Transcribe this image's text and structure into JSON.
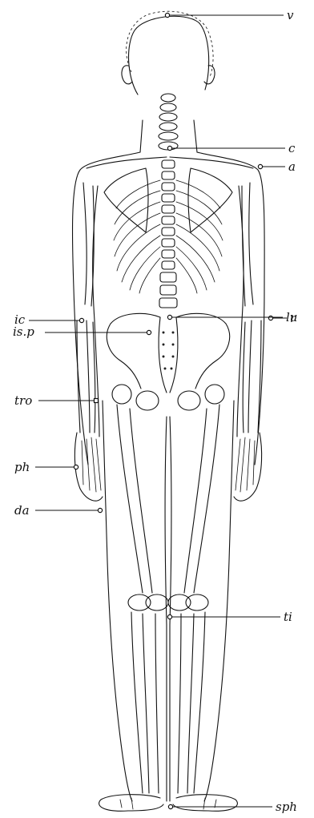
{
  "figure": {
    "labels": {
      "v": "v",
      "c": "c",
      "a": "a",
      "r": "r",
      "lu": "lu",
      "ic": "ic",
      "isp": "is.p",
      "tro": "tro",
      "ph": "ph",
      "da": "da",
      "ti": "ti",
      "sph": "sph"
    }
  }
}
